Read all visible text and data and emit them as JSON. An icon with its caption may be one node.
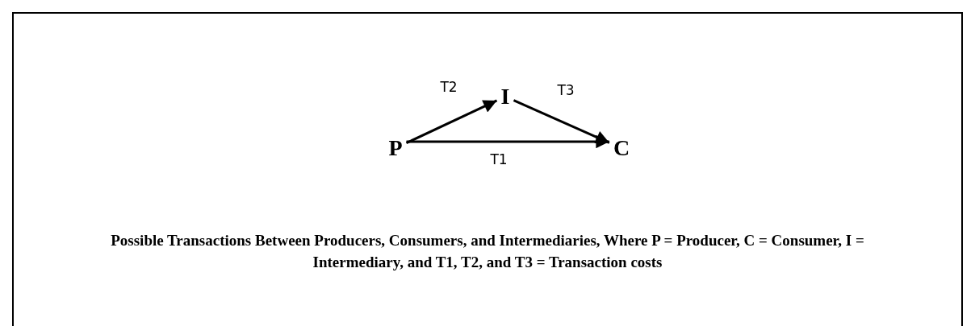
{
  "diagram": {
    "caption": "Possible Transactions Between Producers, Consumers, and Intermediaries, Where P = Producer, C = Consumer, I = Intermediary, and T1, T2, and T3 = Transaction costs",
    "nodes": [
      {
        "text": [
          "P"
        ]
      },
      {
        "text": [
          "I"
        ]
      },
      {
        "text": [
          "C"
        ]
      }
    ],
    "edges": [
      {
        "from": 0,
        "to": 1,
        "arrow": "to",
        "label": "T2"
      },
      {
        "from": 1,
        "to": 2,
        "arrow": "to",
        "label": "T3"
      },
      {
        "from": 0,
        "to": 2,
        "arrow": "to",
        "label": "T1"
      }
    ]
  }
}
